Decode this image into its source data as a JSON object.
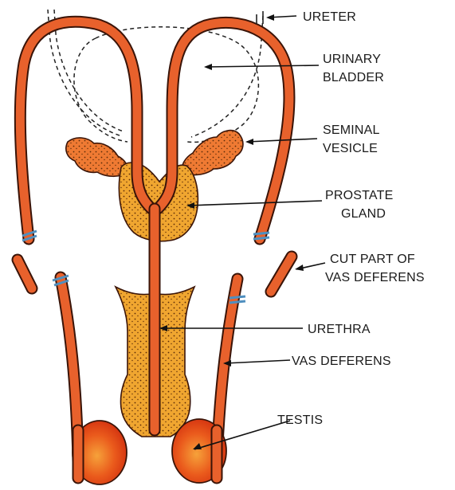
{
  "labels": {
    "ureter": "URETER",
    "urinary_bladder_1": "URINARY",
    "urinary_bladder_2": "BLADDER",
    "seminal_vesicle_1": "SEMINAL",
    "seminal_vesicle_2": "VESICLE",
    "prostate_gland_1": "PROSTATE",
    "prostate_gland_2": "GLAND",
    "cut_part_1": "CUT PART OF",
    "cut_part_2": "VAS DEFERENS",
    "urethra": "URETHRA",
    "vas_deferens": "VAS DEFERENS",
    "testis": "TESTIS"
  },
  "colors": {
    "duct_fill": "#e8612c",
    "duct_outline": "#3a1408",
    "gland_fill": "#f0a630",
    "vesicle_fill": "#ef7a33",
    "testis_fill": "#e23a14",
    "ligature": "#4f8fbf"
  }
}
